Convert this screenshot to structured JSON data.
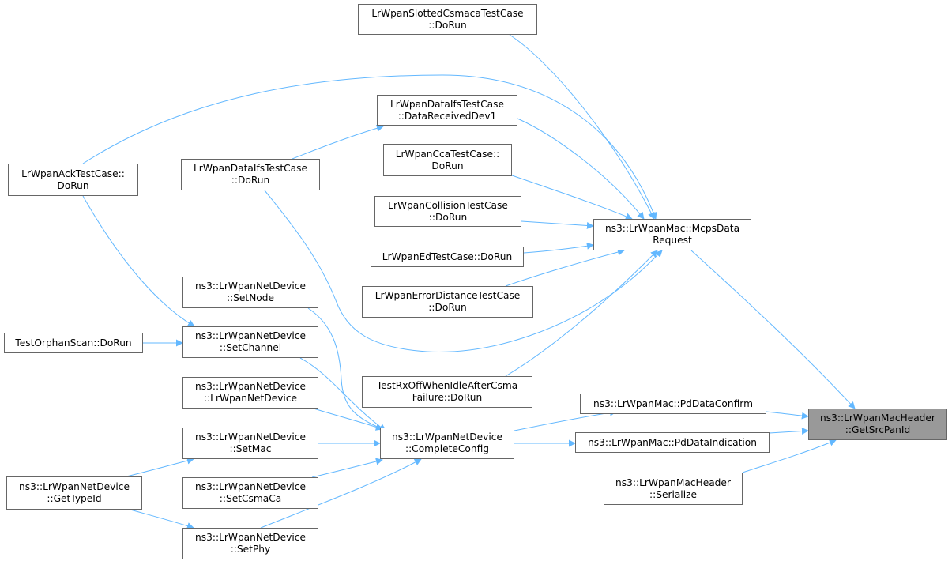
{
  "colors": {
    "edge": "#63b8ff",
    "border": "#666666",
    "highlight": "#999999",
    "background": "#ffffff"
  },
  "nodes": [
    {
      "id": "slotted",
      "lines": [
        "LrWpanSlottedCsmacaTestCase",
        "::DoRun"
      ]
    },
    {
      "id": "dataifs-dev1",
      "lines": [
        "LrWpanDataIfsTestCase",
        "::DataReceivedDev1"
      ]
    },
    {
      "id": "cca",
      "lines": [
        "LrWpanCcaTestCase::",
        "DoRun"
      ]
    },
    {
      "id": "ack",
      "lines": [
        "LrWpanAckTestCase::",
        "DoRun"
      ]
    },
    {
      "id": "dataifs-run",
      "lines": [
        "LrWpanDataIfsTestCase",
        "::DoRun"
      ]
    },
    {
      "id": "collision",
      "lines": [
        "LrWpanCollisionTestCase",
        "::DoRun"
      ]
    },
    {
      "id": "mcps",
      "lines": [
        "ns3::LrWpanMac::McpsData",
        "Request"
      ]
    },
    {
      "id": "ed",
      "lines": [
        "LrWpanEdTestCase::DoRun"
      ]
    },
    {
      "id": "setnode",
      "lines": [
        "ns3::LrWpanNetDevice",
        "::SetNode"
      ]
    },
    {
      "id": "errdist",
      "lines": [
        "LrWpanErrorDistanceTestCase",
        "::DoRun"
      ]
    },
    {
      "id": "orphan",
      "lines": [
        "TestOrphanScan::DoRun"
      ]
    },
    {
      "id": "setchannel",
      "lines": [
        "ns3::LrWpanNetDevice",
        "::SetChannel"
      ]
    },
    {
      "id": "rxoff",
      "lines": [
        "TestRxOffWhenIdleAfterCsma",
        "Failure::DoRun"
      ]
    },
    {
      "id": "ctor",
      "lines": [
        "ns3::LrWpanNetDevice",
        "::LrWpanNetDevice"
      ]
    },
    {
      "id": "pdconfirm",
      "lines": [
        "ns3::LrWpanMac::PdDataConfirm"
      ]
    },
    {
      "id": "getsrcpanid",
      "lines": [
        "ns3::LrWpanMacHeader",
        "::GetSrcPanId"
      ]
    },
    {
      "id": "setmac",
      "lines": [
        "ns3::LrWpanNetDevice",
        "::SetMac"
      ]
    },
    {
      "id": "completeconfig",
      "lines": [
        "ns3::LrWpanNetDevice",
        "::CompleteConfig"
      ]
    },
    {
      "id": "pdindication",
      "lines": [
        "ns3::LrWpanMac::PdDataIndication"
      ]
    },
    {
      "id": "serialize",
      "lines": [
        "ns3::LrWpanMacHeader",
        "::Serialize"
      ]
    },
    {
      "id": "gettypeid",
      "lines": [
        "ns3::LrWpanNetDevice",
        "::GetTypeId"
      ]
    },
    {
      "id": "setcsmaca",
      "lines": [
        "ns3::LrWpanNetDevice",
        "::SetCsmaCa"
      ]
    },
    {
      "id": "setphy",
      "lines": [
        "ns3::LrWpanNetDevice",
        "::SetPhy"
      ]
    }
  ],
  "edges": [
    {
      "from": "slotted",
      "to": "mcps"
    },
    {
      "from": "dataifs-dev1",
      "to": "mcps"
    },
    {
      "from": "cca",
      "to": "mcps"
    },
    {
      "from": "ack",
      "to": "mcps"
    },
    {
      "from": "dataifs-run",
      "to": "dataifs-dev1"
    },
    {
      "from": "dataifs-run",
      "to": "mcps"
    },
    {
      "from": "collision",
      "to": "mcps"
    },
    {
      "from": "ed",
      "to": "mcps"
    },
    {
      "from": "errdist",
      "to": "mcps"
    },
    {
      "from": "rxoff",
      "to": "mcps"
    },
    {
      "from": "ack",
      "to": "setchannel"
    },
    {
      "from": "orphan",
      "to": "setchannel"
    },
    {
      "from": "setnode",
      "to": "completeconfig"
    },
    {
      "from": "setchannel",
      "to": "completeconfig"
    },
    {
      "from": "ctor",
      "to": "completeconfig"
    },
    {
      "from": "setmac",
      "to": "completeconfig"
    },
    {
      "from": "setcsmaca",
      "to": "completeconfig"
    },
    {
      "from": "setphy",
      "to": "completeconfig"
    },
    {
      "from": "gettypeid",
      "to": "setmac"
    },
    {
      "from": "gettypeid",
      "to": "setphy"
    },
    {
      "from": "completeconfig",
      "to": "pdconfirm"
    },
    {
      "from": "completeconfig",
      "to": "pdindication"
    },
    {
      "from": "mcps",
      "to": "getsrcpanid"
    },
    {
      "from": "pdconfirm",
      "to": "getsrcpanid"
    },
    {
      "from": "pdindication",
      "to": "getsrcpanid"
    },
    {
      "from": "serialize",
      "to": "getsrcpanid"
    }
  ]
}
